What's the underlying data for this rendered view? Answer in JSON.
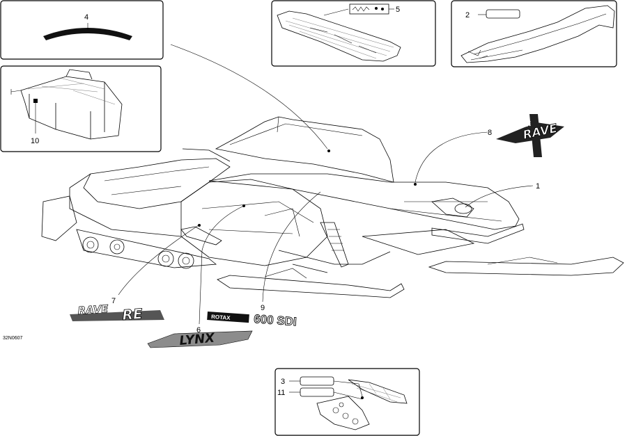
{
  "diagram_code": "32N0607",
  "callouts": {
    "c1": "1",
    "c2": "2",
    "c3": "3",
    "c4": "4",
    "c5": "5",
    "c6": "6",
    "c7": "7",
    "c8": "8",
    "c9": "9",
    "c10": "10",
    "c11": "11"
  },
  "decals": {
    "rave_top": "RAVE",
    "lynx_small": "LYNX",
    "rave_side": "RAVE",
    "rave_side_suffix": "RE",
    "rotax_brand": "ROTAX",
    "rotax_model": "600 SDI",
    "lynx_big": "LYNX"
  },
  "colors": {
    "line": "#000000",
    "decal_fill": "#1a1a1a",
    "decal_grey": "#8c8c8c"
  }
}
